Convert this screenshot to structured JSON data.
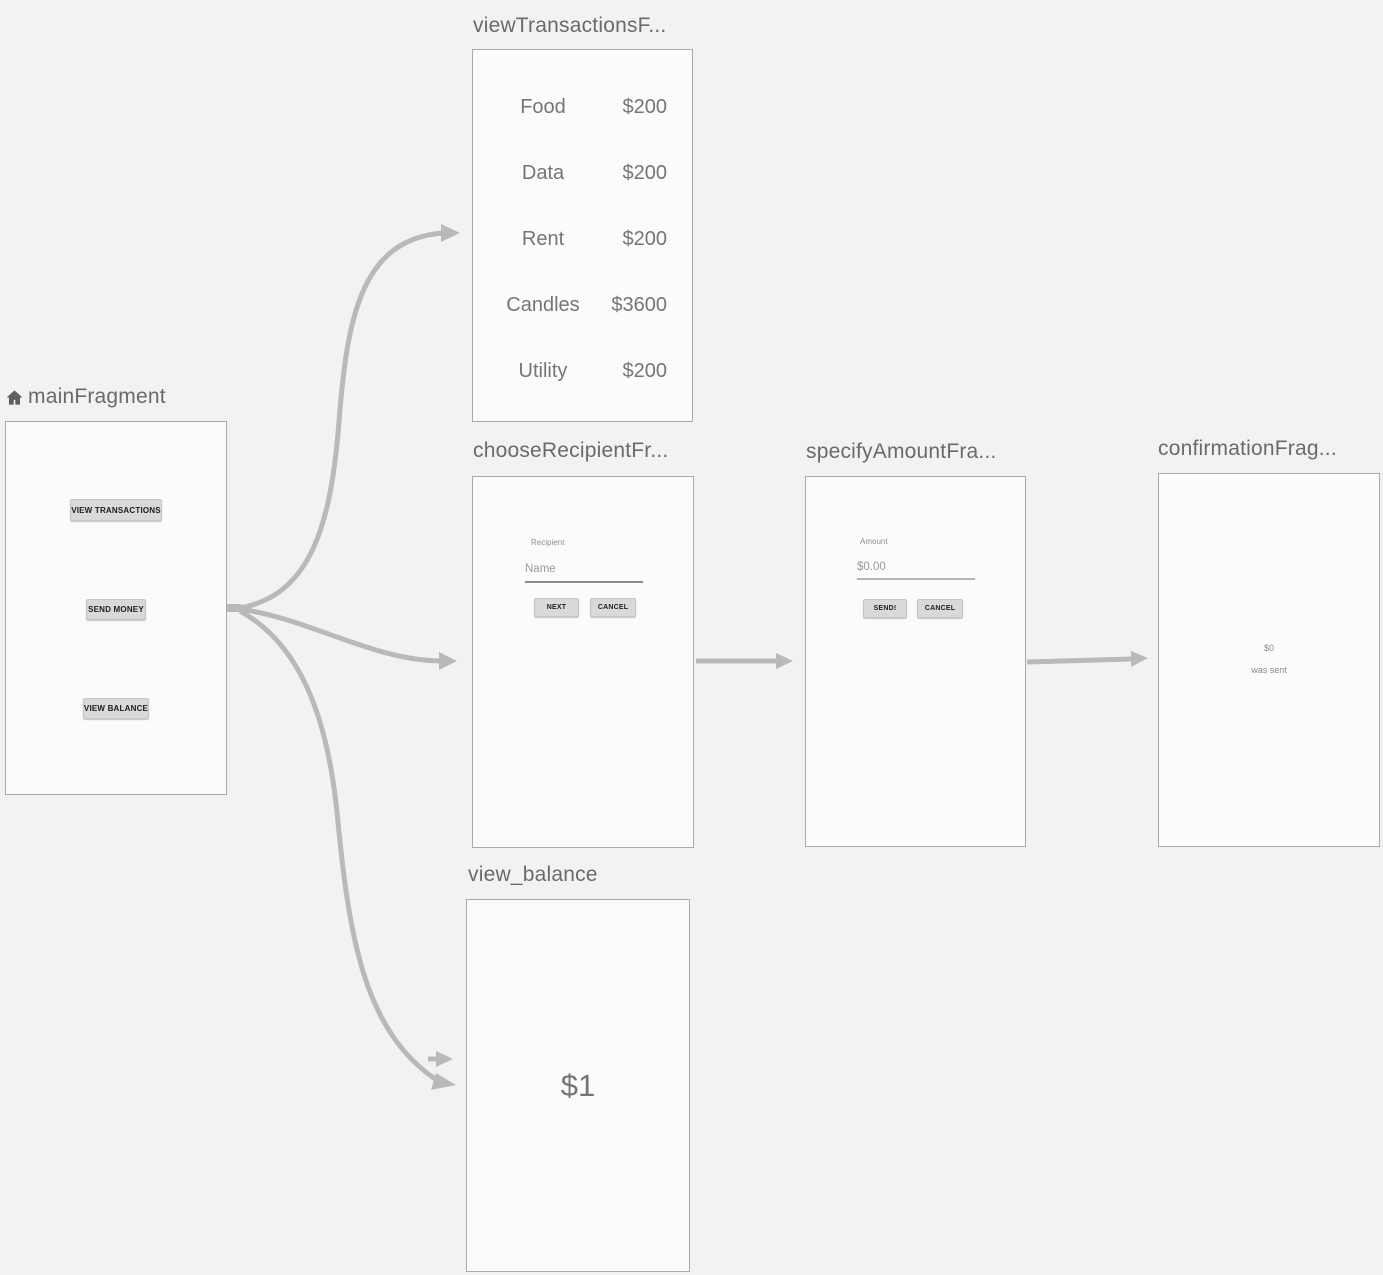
{
  "editor": {
    "type": "navigation-graph"
  },
  "colors": {
    "background": "#f2f2f2",
    "card_background": "#fbfbfb",
    "card_border": "#a9a9a9",
    "title_text": "#6a6a6a",
    "content_text": "#757575",
    "button_background": "#d9d9d9",
    "button_text": "#1d1d1d",
    "arrow": "#b9b9b9"
  },
  "fragments": {
    "main": {
      "title": "mainFragment",
      "is_start_destination": true,
      "buttons": [
        "VIEW TRANSACTIONS",
        "SEND MONEY",
        "VIEW BALANCE"
      ]
    },
    "view_transactions": {
      "title": "viewTransactionsF...",
      "transactions": [
        {
          "label": "Food",
          "amount": "$200"
        },
        {
          "label": "Data",
          "amount": "$200"
        },
        {
          "label": "Rent",
          "amount": "$200"
        },
        {
          "label": "Candles",
          "amount": "$3600"
        },
        {
          "label": "Utility",
          "amount": "$200"
        }
      ]
    },
    "choose_recipient": {
      "title": "chooseRecipientFr...",
      "field_label": "Recipient",
      "field_placeholder": "Name",
      "next_button": "NEXT",
      "cancel_button": "CANCEL"
    },
    "specify_amount": {
      "title": "specifyAmountFra...",
      "field_label": "Amount",
      "field_placeholder": "$0.00",
      "send_button": "SEND!",
      "cancel_button": "CANCEL"
    },
    "confirmation": {
      "title": "confirmationFrag...",
      "amount": "$0",
      "message": "was sent"
    },
    "view_balance": {
      "title": "view_balance",
      "balance": "$1"
    }
  },
  "actions": [
    {
      "from": "mainFragment",
      "to": "viewTransactionsFragment"
    },
    {
      "from": "mainFragment",
      "to": "chooseRecipientFragment"
    },
    {
      "from": "mainFragment",
      "to": "view_balance"
    },
    {
      "from": "chooseRecipientFragment",
      "to": "specifyAmountFragment"
    },
    {
      "from": "specifyAmountFragment",
      "to": "confirmationFragment"
    },
    {
      "from": "(edge)",
      "to": "view_balance"
    }
  ]
}
